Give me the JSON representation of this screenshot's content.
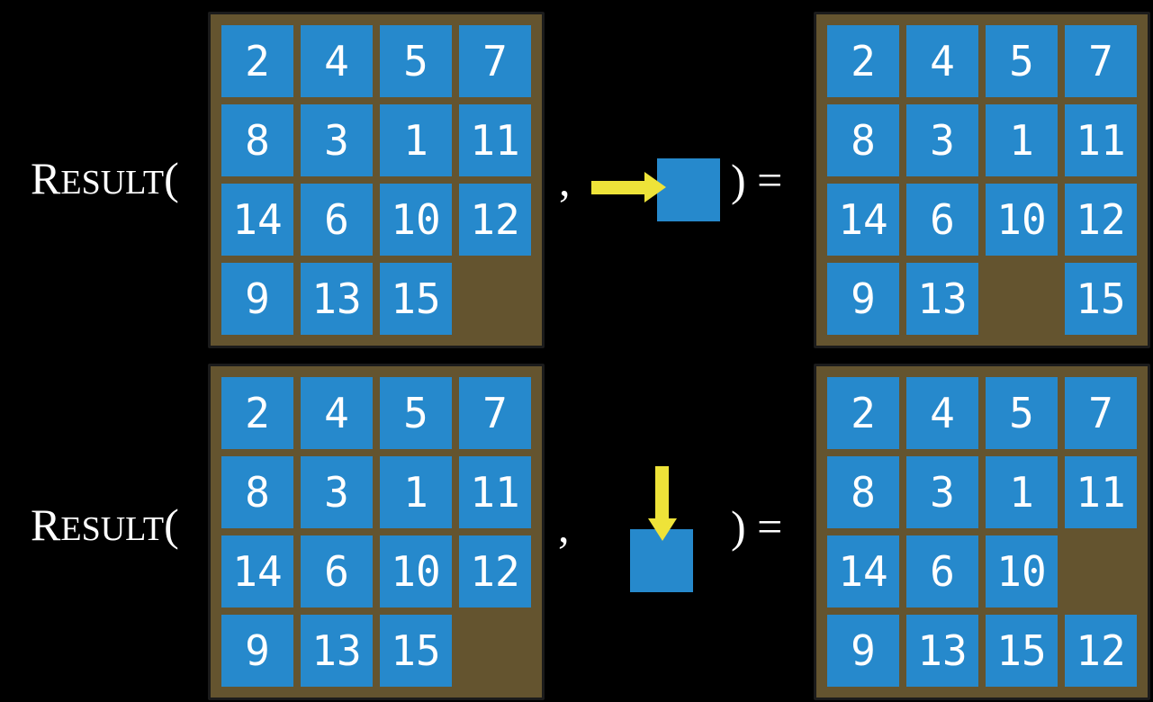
{
  "colors": {
    "background": "#000000",
    "tile_blue": "#2689cc",
    "frame_brown": "#64542f",
    "arrow_yellow": "#eee339",
    "text_white": "#ffffff"
  },
  "label": {
    "initial": "R",
    "rest": "ESULT",
    "open_paren": "(",
    "comma": ",",
    "close_paren_equals": ") ="
  },
  "rows": [
    {
      "action": "slide-blank-right",
      "action_icon": "right-arrow-into-blank-square",
      "state": [
        [
          2,
          4,
          5,
          7
        ],
        [
          8,
          3,
          1,
          11
        ],
        [
          14,
          6,
          10,
          12
        ],
        [
          9,
          13,
          15,
          null
        ]
      ],
      "result": [
        [
          2,
          4,
          5,
          7
        ],
        [
          8,
          3,
          1,
          11
        ],
        [
          14,
          6,
          10,
          12
        ],
        [
          9,
          13,
          null,
          15
        ]
      ]
    },
    {
      "action": "slide-blank-down",
      "action_icon": "down-arrow-into-blank-square",
      "state": [
        [
          2,
          4,
          5,
          7
        ],
        [
          8,
          3,
          1,
          11
        ],
        [
          14,
          6,
          10,
          12
        ],
        [
          9,
          13,
          15,
          null
        ]
      ],
      "result": [
        [
          2,
          4,
          5,
          7
        ],
        [
          8,
          3,
          1,
          11
        ],
        [
          14,
          6,
          10,
          null
        ],
        [
          9,
          13,
          15,
          12
        ]
      ]
    }
  ]
}
